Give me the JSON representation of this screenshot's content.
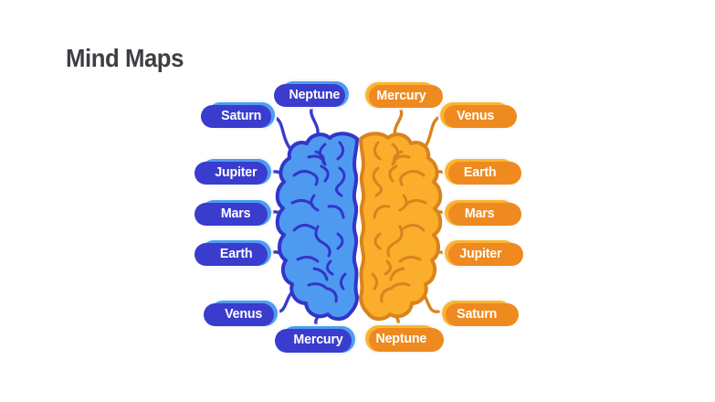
{
  "slide": {
    "title": "Mind Maps"
  },
  "colors": {
    "background": "#ffffff",
    "title": "#3e3e44",
    "blue_pill": "#4f9bf2",
    "blue_shadow": "#393ccd",
    "orange_pill": "#fcb42f",
    "orange_shadow": "#ee8a1f",
    "brain_left_fill": "#4e9af1",
    "brain_left_line": "#3335c8",
    "brain_right_fill": "#faae2b",
    "brain_right_line": "#d9831e",
    "pill_text": "#ffffff"
  },
  "mindmap": {
    "center": {
      "icon": "brain-icon",
      "left_color_name": "blue",
      "right_color_name": "orange"
    },
    "left_branch": {
      "side": "left",
      "nodes": [
        {
          "label": "Saturn"
        },
        {
          "label": "Neptune"
        },
        {
          "label": "Jupiter"
        },
        {
          "label": "Mars"
        },
        {
          "label": "Earth"
        },
        {
          "label": "Venus"
        },
        {
          "label": "Mercury"
        }
      ]
    },
    "right_branch": {
      "side": "right",
      "nodes": [
        {
          "label": "Mercury"
        },
        {
          "label": "Venus"
        },
        {
          "label": "Earth"
        },
        {
          "label": "Mars"
        },
        {
          "label": "Jupiter"
        },
        {
          "label": "Saturn"
        },
        {
          "label": "Neptune"
        }
      ]
    }
  }
}
